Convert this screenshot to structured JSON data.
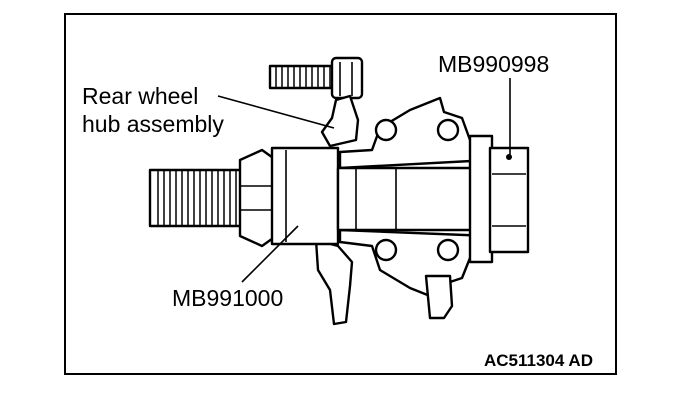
{
  "labels": {
    "hub_assembly_line1": "Rear wheel",
    "hub_assembly_line2": "hub assembly",
    "tool_nut": "MB990998",
    "tool_bolt": "MB991000"
  },
  "figure_code": "AC511304 AD",
  "icons": [
    "hub-assembly-drawing",
    "special-tool-drawing"
  ]
}
